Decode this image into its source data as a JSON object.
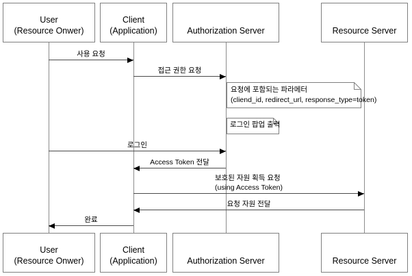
{
  "diagram_type": "uml-sequence-diagram",
  "topic": "OAuth authorization flow",
  "colors": {
    "background": "#ffffff",
    "box_border": "#7f7f7f",
    "lifeline": "#8c8c8c",
    "message_line": "#4a4a4a",
    "arrowhead": "#000000",
    "text": "#000000"
  },
  "actors": [
    {
      "id": "user",
      "line1": "User",
      "line2": "(Resource Onwer)"
    },
    {
      "id": "client",
      "line1": "Client",
      "line2": "(Application)"
    },
    {
      "id": "authorization_server",
      "line1": "Authorization Server",
      "line2": ""
    },
    {
      "id": "resource_server",
      "line1": "Resource Server",
      "line2": ""
    }
  ],
  "messages": [
    {
      "label": "사용 요청",
      "from": "User (Resource Onwer)",
      "to": "Client (Application)",
      "direction": "right"
    },
    {
      "label": "접근 권한 요청",
      "from": "Client (Application)",
      "to": "Authorization Server",
      "direction": "right"
    },
    {
      "label": "로그인",
      "from": "User (Resource Onwer)",
      "to": "Authorization Server",
      "direction": "right"
    },
    {
      "label": "Access Token 전달",
      "from": "Authorization Server",
      "to": "Client (Application)",
      "direction": "left"
    },
    {
      "label": "보호된 자원 획득 요청",
      "label2": "(using Access Token)",
      "from": "Client (Application)",
      "to": "Resource Server",
      "direction": "right"
    },
    {
      "label": "요청 자원 전달",
      "from": "Resource Server",
      "to": "Client (Application)",
      "direction": "left"
    },
    {
      "label": "완료",
      "from": "Client (Application)",
      "to": "User (Resource Onwer)",
      "direction": "left"
    }
  ],
  "notes": [
    {
      "line1": "요청에 포함되는 파라메터",
      "line2": "(cliend_id, redirect_url, response_type=token)"
    },
    {
      "line1": "로그인 팝업 출력"
    }
  ]
}
